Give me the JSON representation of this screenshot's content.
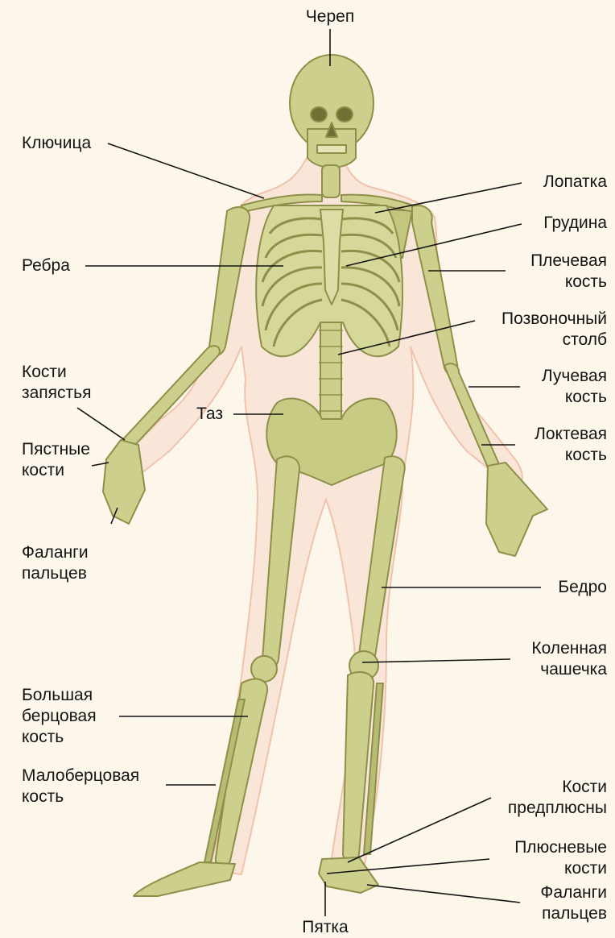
{
  "labels": {
    "skull": "Череп",
    "clavicle": "Ключица",
    "scapula": "Лопатка",
    "sternum": "Грудина",
    "ribs": "Ребра",
    "humerus_1": "Плечевая",
    "humerus_2": "кость",
    "spine_1": "Позвоночный",
    "spine_2": "столб",
    "carpal_1": "Кости",
    "carpal_2": "запястья",
    "radius_1": "Лучевая",
    "radius_2": "кость",
    "pelvis": "Таз",
    "metacarpal_1": "Пястные",
    "metacarpal_2": "кости",
    "ulna_1": "Локтевая",
    "ulna_2": "кость",
    "hand_phalanges_1": "Фаланги",
    "hand_phalanges_2": "пальцев",
    "femur": "Бедро",
    "patella_1": "Коленная",
    "patella_2": "чашечка",
    "tibia_1": "Большая",
    "tibia_2": "берцовая",
    "tibia_3": "кость",
    "fibula_1": "Малоберцовая",
    "fibula_2": "кость",
    "tarsal_1": "Кости",
    "tarsal_2": "предплюсны",
    "metatarsal_1": "Плюсневые",
    "metatarsal_2": "кости",
    "foot_phalanges_1": "Фаланги",
    "foot_phalanges_2": "пальцев",
    "heel": "Пятка"
  },
  "colors": {
    "background": "#fcf7ea",
    "body_outline": "#f3cdb9",
    "bone": "#cdd08c",
    "bone_shade": "#8d9048",
    "leader_line": "#141414"
  }
}
